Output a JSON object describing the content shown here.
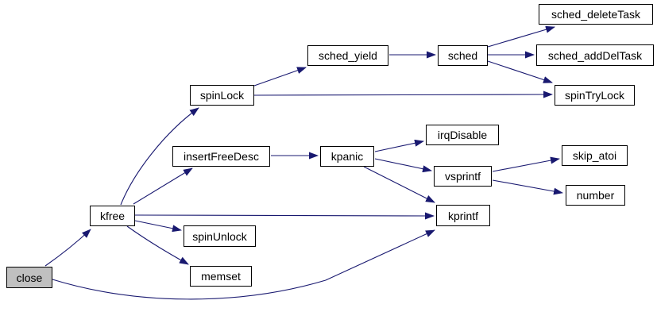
{
  "diagram": {
    "type": "call-graph",
    "root": "close",
    "colors": {
      "edge": "#191970",
      "node_border": "#000000",
      "node_fill": "#ffffff",
      "root_node_fill": "#c0c0c0",
      "text": "#000000",
      "background": "#ffffff"
    },
    "nodes": [
      {
        "id": "close",
        "label": "close"
      },
      {
        "id": "kfree",
        "label": "kfree"
      },
      {
        "id": "spinLock",
        "label": "spinLock"
      },
      {
        "id": "sched_yield",
        "label": "sched_yield"
      },
      {
        "id": "sched",
        "label": "sched"
      },
      {
        "id": "sched_deleteTask",
        "label": "sched_deleteTask"
      },
      {
        "id": "sched_addDelTask",
        "label": "sched_addDelTask"
      },
      {
        "id": "spinTryLock",
        "label": "spinTryLock"
      },
      {
        "id": "insertFreeDesc",
        "label": "insertFreeDesc"
      },
      {
        "id": "kpanic",
        "label": "kpanic"
      },
      {
        "id": "irqDisable",
        "label": "irqDisable"
      },
      {
        "id": "vsprintf",
        "label": "vsprintf"
      },
      {
        "id": "kprintf",
        "label": "kprintf"
      },
      {
        "id": "skip_atoi",
        "label": "skip_atoi"
      },
      {
        "id": "number",
        "label": "number"
      },
      {
        "id": "spinUnlock",
        "label": "spinUnlock"
      },
      {
        "id": "memset",
        "label": "memset"
      }
    ],
    "edges": [
      {
        "from": "close",
        "to": "kfree"
      },
      {
        "from": "close",
        "to": "kprintf"
      },
      {
        "from": "kfree",
        "to": "spinLock"
      },
      {
        "from": "kfree",
        "to": "insertFreeDesc"
      },
      {
        "from": "kfree",
        "to": "kprintf"
      },
      {
        "from": "kfree",
        "to": "spinUnlock"
      },
      {
        "from": "kfree",
        "to": "memset"
      },
      {
        "from": "spinLock",
        "to": "sched_yield"
      },
      {
        "from": "spinLock",
        "to": "spinTryLock"
      },
      {
        "from": "sched_yield",
        "to": "sched"
      },
      {
        "from": "sched",
        "to": "sched_deleteTask"
      },
      {
        "from": "sched",
        "to": "sched_addDelTask"
      },
      {
        "from": "sched",
        "to": "spinTryLock"
      },
      {
        "from": "insertFreeDesc",
        "to": "kpanic"
      },
      {
        "from": "kpanic",
        "to": "irqDisable"
      },
      {
        "from": "kpanic",
        "to": "vsprintf"
      },
      {
        "from": "kpanic",
        "to": "kprintf"
      },
      {
        "from": "vsprintf",
        "to": "skip_atoi"
      },
      {
        "from": "vsprintf",
        "to": "number"
      }
    ]
  }
}
